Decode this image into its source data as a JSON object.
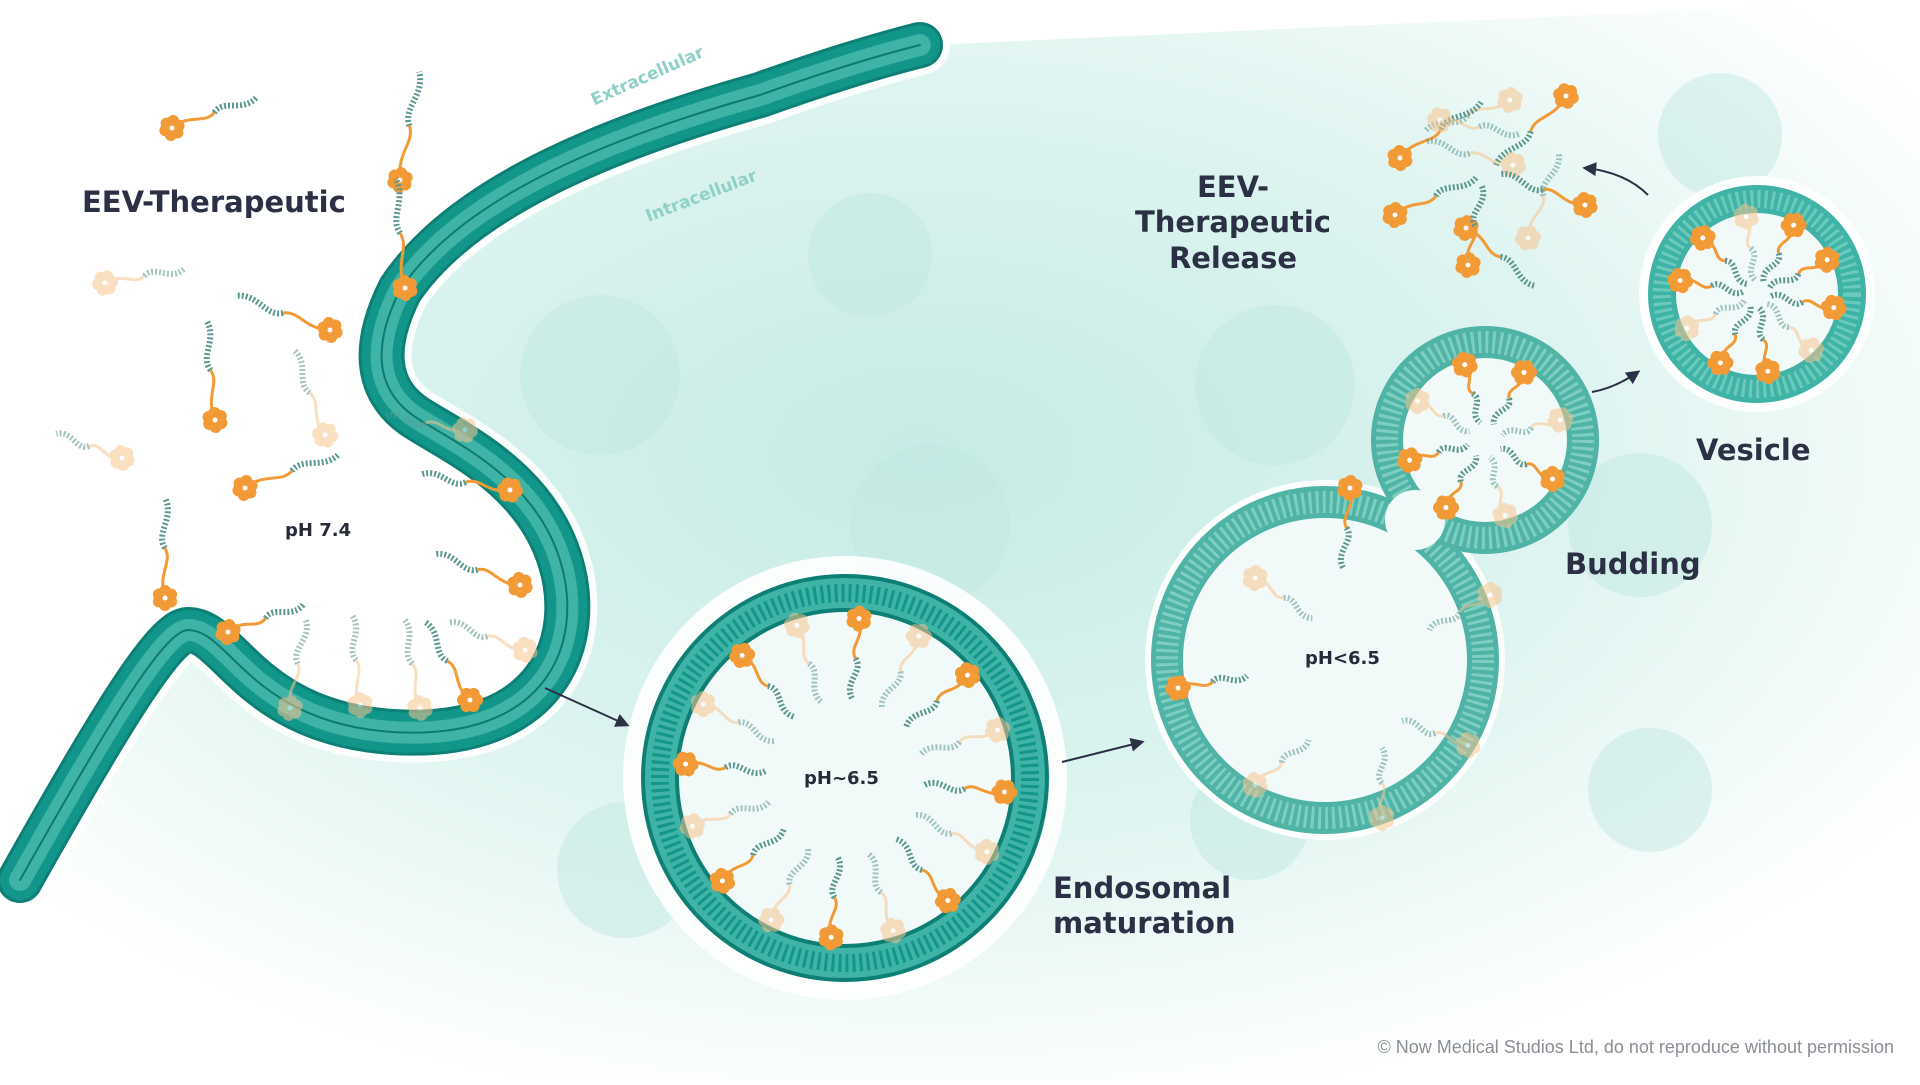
{
  "labels": {
    "eev_therapeutic": "EEV-Therapeutic",
    "extracellular": "Extracellular",
    "intracellular": "Intracellular",
    "ph_74": "pH 7.4",
    "ph_65a": "pH~6.5",
    "ph_65b": "pH<6.5",
    "endosomal_line1": "Endosomal",
    "endosomal_line2": "maturation",
    "budding": "Budding",
    "vesicle": "Vesicle",
    "release_line1": "EEV-Therapeutic",
    "release_line2": "Release"
  },
  "copyright": "© Now Medical Studios Ltd, do not reproduce without permission",
  "colors": {
    "membrane_dark": "#12968a",
    "membrane_light": "#62c2b5",
    "membrane_edge": "#0d7f75",
    "cytoplasm": "#d3efea",
    "lumen": "#f2faf9",
    "protein": "#f19a36",
    "protein_faded": "#f7c58f",
    "peptide": "#5e9891",
    "arrow": "#2c3045"
  }
}
